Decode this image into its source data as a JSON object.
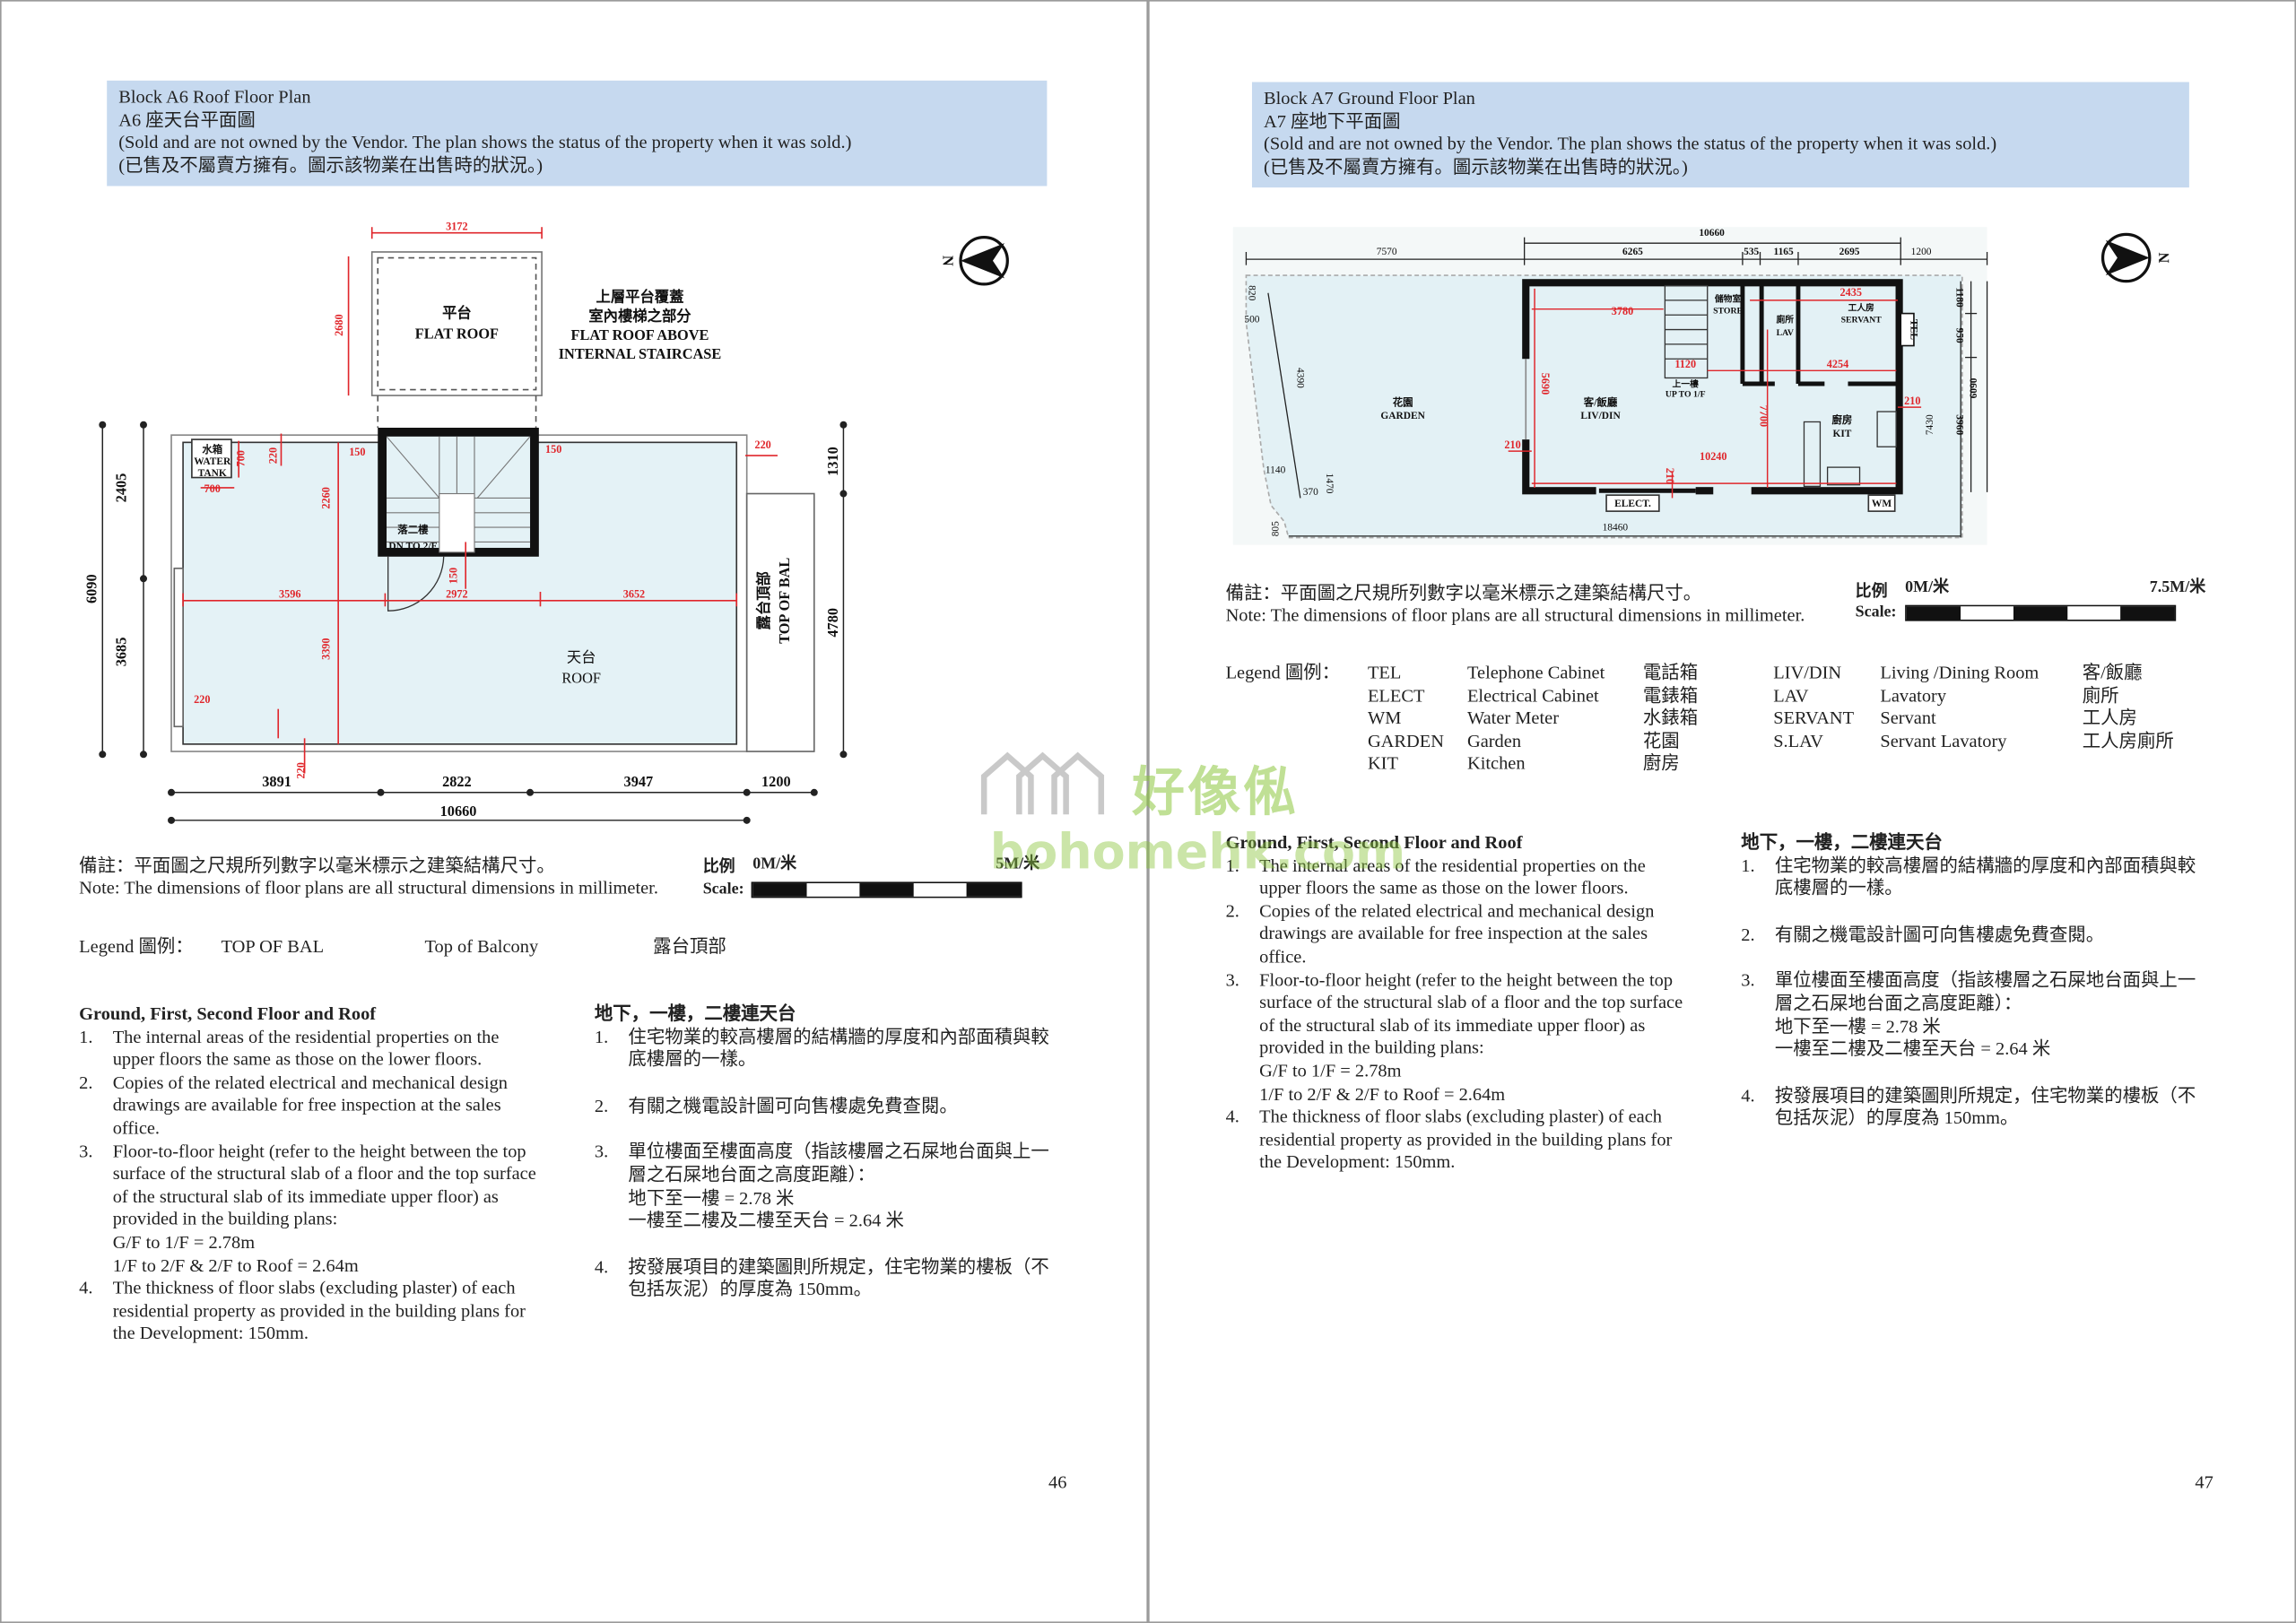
{
  "left_page": {
    "header": {
      "title_en": "Block A6 Roof Floor Plan",
      "title_zh": "A6 座天台平面圖",
      "status_en": "(Sold and are not owned by the Vendor. The plan shows the status of the property when it was sold.)",
      "status_zh": "(已售及不屬賣方擁有。圖示該物業在出售時的狀況。)"
    },
    "plan": {
      "flat_roof_zh": "平台",
      "flat_roof_en": "FLAT ROOF",
      "above_zh_1": "上層平台覆蓋",
      "above_zh_2": "室內樓梯之部分",
      "above_en_1": "FLAT ROOF ABOVE",
      "above_en_2": "INTERNAL STAIRCASE",
      "water_tank_zh": "水箱",
      "water_tank_en_1": "WATER",
      "water_tank_en_2": "TANK",
      "dn_zh": "落二樓",
      "dn_en": "DN TO 2/F",
      "roof_zh": "天台",
      "roof_en": "ROOF",
      "bal_zh": "露台頂部",
      "bal_en": "TOP OF BAL",
      "dims": {
        "d3172": "3172",
        "d2680": "2680",
        "d2405": "2405",
        "d3685": "3685",
        "d6090": "6090",
        "d1310": "1310",
        "d4780": "4780",
        "d3596": "3596",
        "d2972": "2972",
        "d3652": "3652",
        "d2260": "2260",
        "d3390": "3390",
        "d150a": "150",
        "d150b": "150",
        "d150c": "150",
        "d220a": "220",
        "d220b": "220",
        "d220c": "220",
        "d220d": "220",
        "d700a": "700",
        "d700b": "700",
        "d3891": "3891",
        "d2822": "2822",
        "d3947": "3947",
        "d1200": "1200",
        "d10660": "10660"
      },
      "compass_label": "N"
    },
    "note_zh": "備註：平面圖之尺規所列數字以毫米標示之建築結構尺寸。",
    "note_en": "Note: The dimensions of floor plans are all structural dimensions in millimeter.",
    "scale": {
      "label_zh": "比例",
      "label_en": "Scale:",
      "start": "0M/米",
      "end": "5M/米"
    },
    "legend": {
      "label": "Legend 圖例：",
      "items": [
        {
          "code": "TOP OF BAL",
          "en": "Top of Balcony",
          "zh": "露台頂部"
        }
      ]
    },
    "page_number": "46"
  },
  "right_page": {
    "header": {
      "title_en": "Block A7 Ground Floor Plan",
      "title_zh": "A7 座地下平面圖",
      "status_en": "(Sold and are not owned by the Vendor. The plan shows the status of the property when it was sold.)",
      "status_zh": "(已售及不屬賣方擁有。圖示該物業在出售時的狀況。)"
    },
    "plan": {
      "garden_zh": "花園",
      "garden_en": "GARDEN",
      "livdin_zh": "客/飯廳",
      "livdin_en": "LIV/DIN",
      "up_zh": "上一樓",
      "up_en": "UP TO 1/F",
      "kit_zh": "廚房",
      "kit_en": "KIT",
      "store_zh": "儲物室",
      "store_en": "STORE",
      "lav_zh": "廁所",
      "lav_en": "LAV",
      "servant_zh": "工人房",
      "servant_en": "SERVANT",
      "tel": "TEL",
      "elect": "ELECT.",
      "wm": "WM",
      "dims": {
        "d10660": "10660",
        "d7570": "7570",
        "d6265": "6265",
        "d535": "535",
        "d1165": "1165",
        "d2695": "2695",
        "d1200": "1200",
        "d1180": "1180",
        "d950": "950",
        "d3960": "3960",
        "d6090": "6090",
        "d7430": "7430",
        "d4390": "4390",
        "d820": "820",
        "d500": "500",
        "d1140": "1140",
        "d1470": "1470",
        "d370": "370",
        "d805": "805",
        "d18460": "18460",
        "d3780": "3780",
        "d5690": "5690",
        "d7700": "7700",
        "d10240": "10240",
        "d210a": "210",
        "d210b": "210",
        "d210c": "210",
        "d1120": "1120",
        "d4254": "4254",
        "d2435": "2435"
      },
      "compass_label": "N"
    },
    "note_zh": "備註：平面圖之尺規所列數字以毫米標示之建築結構尺寸。",
    "note_en": "Note: The dimensions of floor plans are all structural dimensions in millimeter.",
    "scale": {
      "label_zh": "比例",
      "label_en": "Scale:",
      "start": "0M/米",
      "end": "7.5M/米"
    },
    "legend": {
      "label": "Legend 圖例：",
      "col1": [
        {
          "code": "TEL",
          "en": "Telephone Cabinet",
          "zh": "電話箱"
        },
        {
          "code": "ELECT",
          "en": "Electrical Cabinet",
          "zh": "電錶箱"
        },
        {
          "code": "WM",
          "en": "Water Meter",
          "zh": "水錶箱"
        },
        {
          "code": "GARDEN",
          "en": "Garden",
          "zh": "花園"
        },
        {
          "code": "KIT",
          "en": "Kitchen",
          "zh": "廚房"
        }
      ],
      "col2": [
        {
          "code": "LIV/DIN",
          "en": "Living /Dining Room",
          "zh": "客/飯廳"
        },
        {
          "code": "LAV",
          "en": "Lavatory",
          "zh": "廁所"
        },
        {
          "code": "SERVANT",
          "en": "Servant",
          "zh": "工人房"
        },
        {
          "code": "S.LAV",
          "en": "Servant Lavatory",
          "zh": "工人房廁所"
        }
      ]
    },
    "page_number": "47"
  },
  "notes_en": {
    "heading": "Ground, First, Second Floor and Roof",
    "items": [
      {
        "num": "1.",
        "lines": [
          "The internal areas of the residential properties on the",
          "upper floors the same as those on the lower floors."
        ]
      },
      {
        "num": "2.",
        "lines": [
          "Copies of the related electrical and mechanical design",
          "drawings are available for free inspection at the sales",
          "office."
        ]
      },
      {
        "num": "3.",
        "lines": [
          "Floor-to-floor height (refer to the height between the top",
          "surface of the structural slab of a floor and the top surface",
          "of the structural slab of its immediate upper floor) as",
          "provided in the building plans:",
          "G/F to 1/F = 2.78m",
          "1/F to 2/F & 2/F to Roof = 2.64m"
        ]
      },
      {
        "num": "4.",
        "lines": [
          "The thickness of floor slabs (excluding plaster) of each",
          "residential property as provided in the building plans for",
          "the Development: 150mm."
        ]
      }
    ]
  },
  "notes_zh": {
    "heading": "地下，一樓，二樓連天台",
    "items": [
      {
        "num": "1.",
        "lines": [
          "住宅物業的較高樓層的結構牆的厚度和內部面積與較",
          "底樓層的一樣。"
        ]
      },
      {
        "num": "2.",
        "lines": [
          "有關之機電設計圖可向售樓處免費查閱。"
        ]
      },
      {
        "num": "3.",
        "lines": [
          "單位樓面至樓面高度（指該樓層之石屎地台面與上一",
          "層之石屎地台面之高度距離）：",
          "地下至一樓 = 2.78 米",
          "一樓至二樓及二樓至天台 = 2.64 米"
        ]
      },
      {
        "num": "4.",
        "lines": [
          "按發展項目的建築圖則所規定，住宅物業的樓板（不",
          "包括灰泥）的厚度為 150mm。"
        ]
      }
    ]
  },
  "watermark": {
    "zh": "好像俬",
    "en": "bohomehk.com"
  },
  "colors": {
    "header_bg": "#c6d9ef",
    "dimension_red": "#e0262b",
    "plan_fill": "#e4f2f6",
    "watermark_green": "#8cc63f"
  }
}
